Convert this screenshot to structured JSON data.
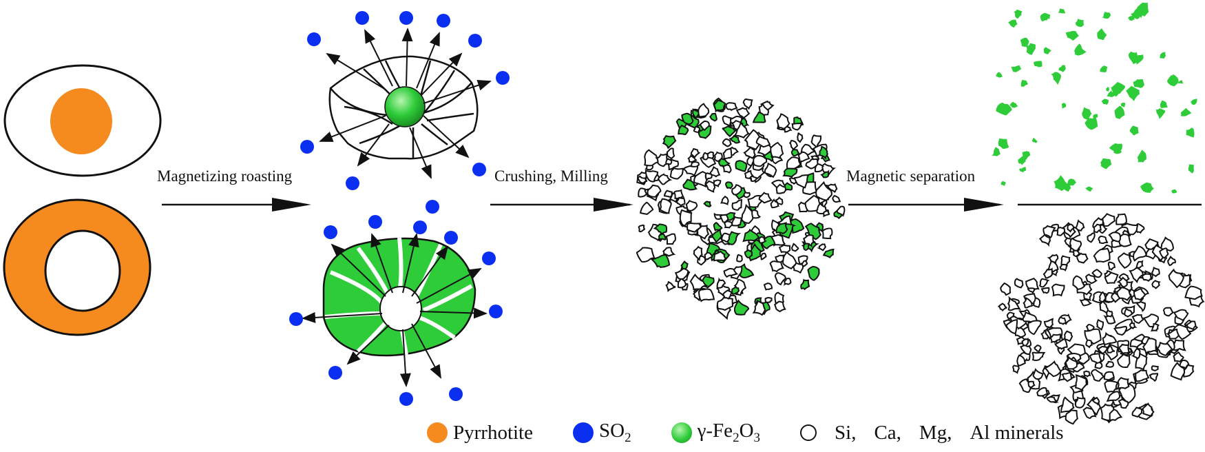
{
  "colors": {
    "pyrrhotite": "#f58a1f",
    "so2": "#0b2ff0",
    "fe2o3": "#2fcc3a",
    "outline": "#111111"
  },
  "steps": {
    "roasting": "Magnetizing roasting",
    "crushing": "Crushing, Milling",
    "separation": "Magnetic separation"
  },
  "legend": {
    "pyrrhotite": "Pyrrhotite",
    "so2_base": "SO",
    "so2_sub": "2",
    "fe2o3_gamma": "γ-Fe",
    "fe2o3_sub1": "2",
    "fe2o3_o": "O",
    "fe2o3_sub2": "3",
    "minerals_si": "Si,",
    "minerals_ca": "Ca,",
    "minerals_mg": "Mg,",
    "minerals_al": "Al minerals"
  }
}
